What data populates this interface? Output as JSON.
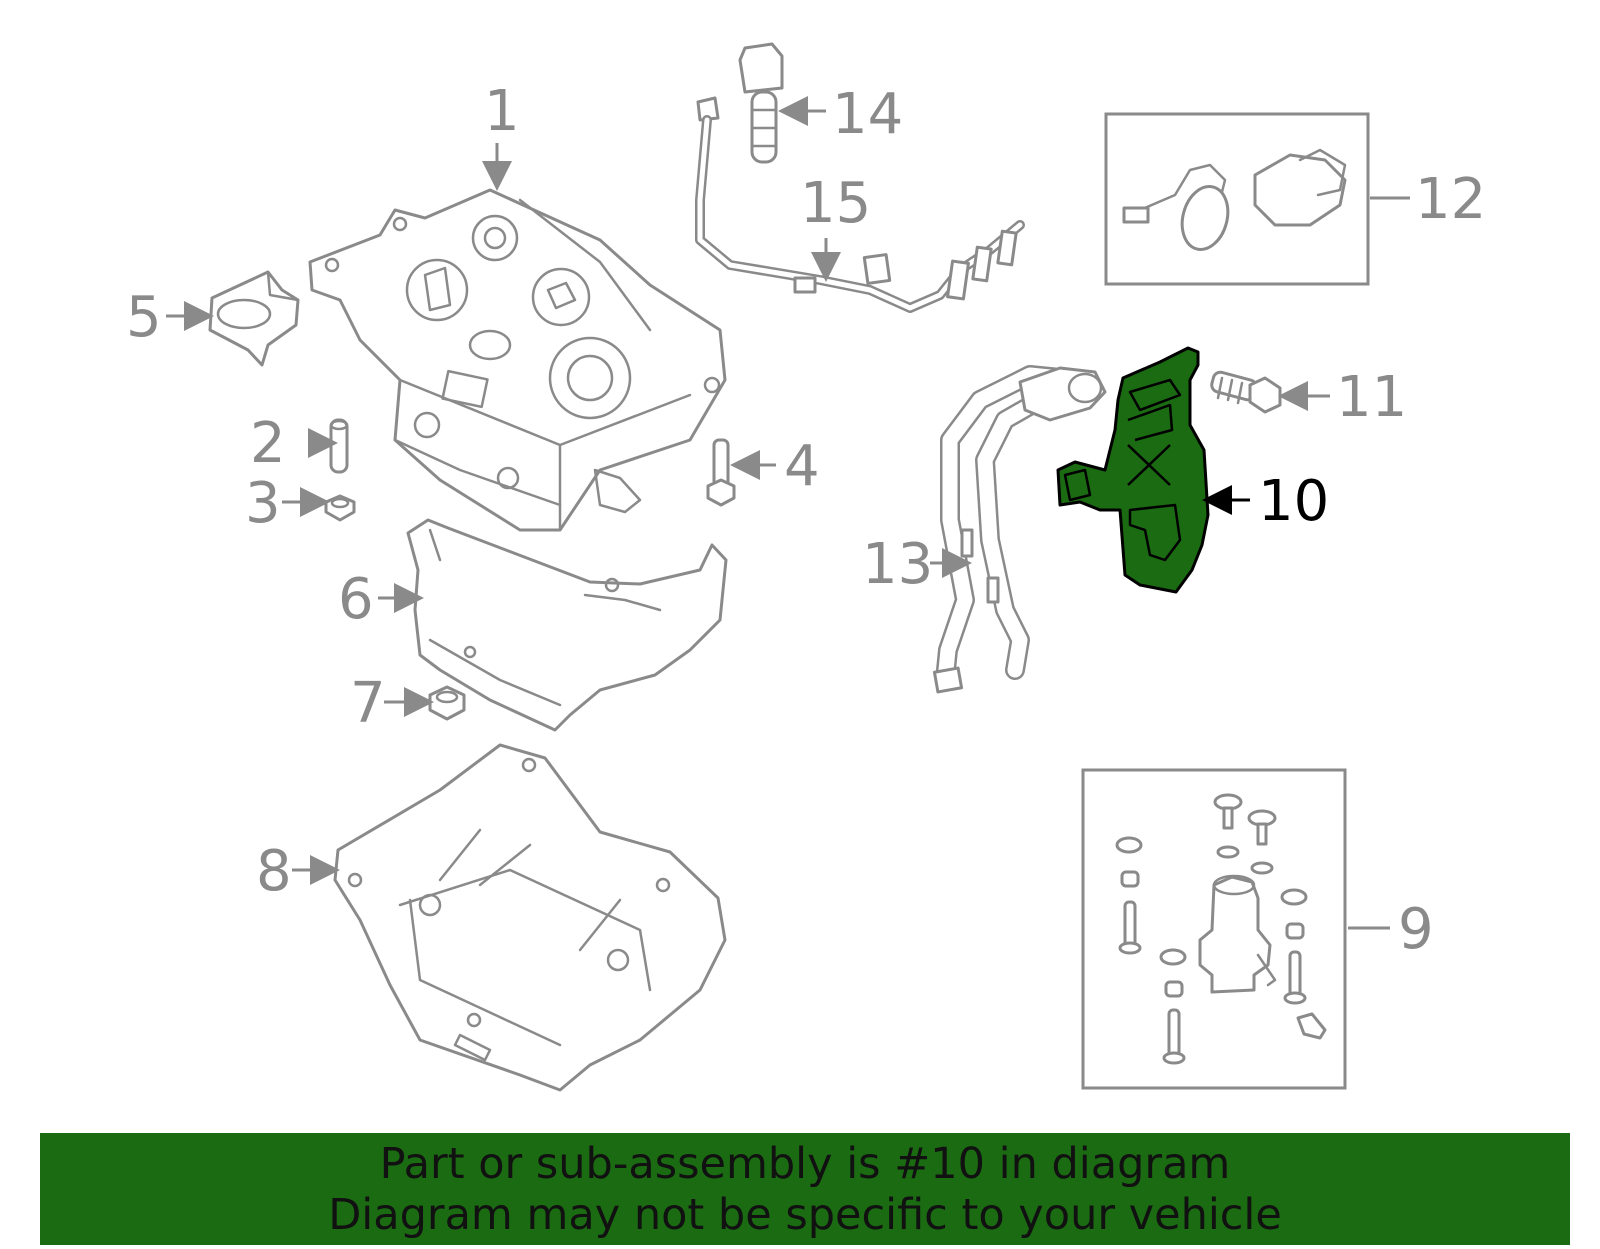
{
  "callouts": {
    "c1": "1",
    "c2": "2",
    "c3": "3",
    "c4": "4",
    "c5": "5",
    "c6": "6",
    "c7": "7",
    "c8": "8",
    "c9": "9",
    "c10": "10",
    "c11": "11",
    "c12": "12",
    "c13": "13",
    "c14": "14",
    "c15": "15"
  },
  "highlighted_part": "10",
  "colors": {
    "highlight": "#1b6b12",
    "line": "#8a8a8a"
  },
  "banner": {
    "line1": "Part or sub-assembly is #10 in diagram",
    "line2": "Diagram may not be specific to your vehicle"
  }
}
